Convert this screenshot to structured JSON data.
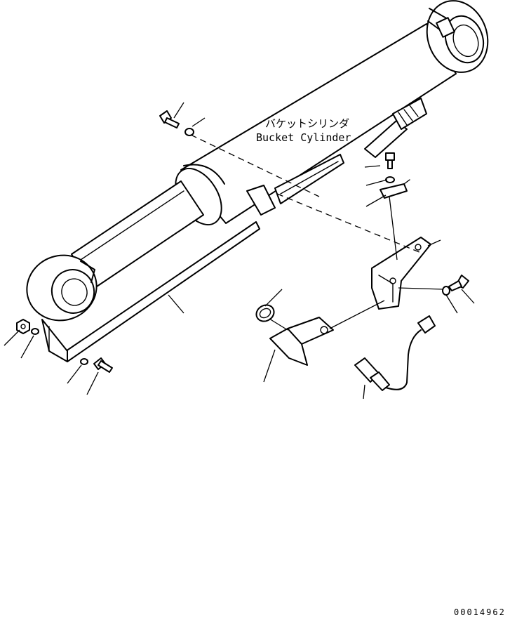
{
  "caption": {
    "japanese": "バケットシリンダ",
    "english": "Bucket Cylinder"
  },
  "document_code": "00014962"
}
